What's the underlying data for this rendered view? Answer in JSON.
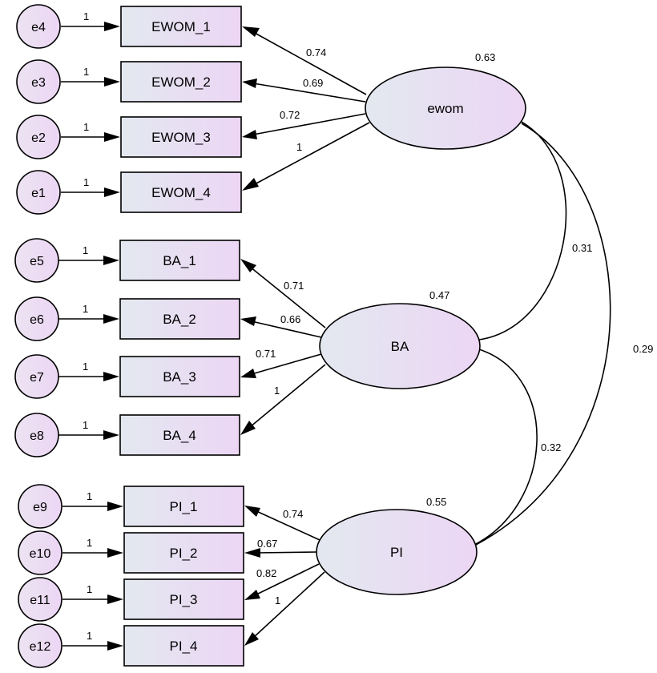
{
  "diagram": {
    "latents": [
      {
        "id": "ewom",
        "label": "ewom",
        "variance": "0.63"
      },
      {
        "id": "ba",
        "label": "BA",
        "variance": "0.47"
      },
      {
        "id": "pi",
        "label": "PI",
        "variance": "0.55"
      }
    ],
    "indicators": [
      {
        "id": "ewom1",
        "label": "EWOM_1",
        "error": "e4",
        "error_weight": "1",
        "loading": "0.74",
        "latent": "ewom"
      },
      {
        "id": "ewom2",
        "label": "EWOM_2",
        "error": "e3",
        "error_weight": "1",
        "loading": "0.69",
        "latent": "ewom"
      },
      {
        "id": "ewom3",
        "label": "EWOM_3",
        "error": "e2",
        "error_weight": "1",
        "loading": "0.72",
        "latent": "ewom"
      },
      {
        "id": "ewom4",
        "label": "EWOM_4",
        "error": "e1",
        "error_weight": "1",
        "loading": "1",
        "latent": "ewom"
      },
      {
        "id": "ba1",
        "label": "BA_1",
        "error": "e5",
        "error_weight": "1",
        "loading": "0.71",
        "latent": "ba"
      },
      {
        "id": "ba2",
        "label": "BA_2",
        "error": "e6",
        "error_weight": "1",
        "loading": "0.66",
        "latent": "ba"
      },
      {
        "id": "ba3",
        "label": "BA_3",
        "error": "e7",
        "error_weight": "1",
        "loading": "0.71",
        "latent": "ba"
      },
      {
        "id": "ba4",
        "label": "BA_4",
        "error": "e8",
        "error_weight": "1",
        "loading": "1",
        "latent": "ba"
      },
      {
        "id": "pi1",
        "label": "PI_1",
        "error": "e9",
        "error_weight": "1",
        "loading": "0.74",
        "latent": "pi"
      },
      {
        "id": "pi2",
        "label": "PI_2",
        "error": "e10",
        "error_weight": "1",
        "loading": "0.67",
        "latent": "pi"
      },
      {
        "id": "pi3",
        "label": "PI_3",
        "error": "e11",
        "error_weight": "1",
        "loading": "0.82",
        "latent": "pi"
      },
      {
        "id": "pi4",
        "label": "PI_4",
        "error": "e12",
        "error_weight": "1",
        "loading": "1",
        "latent": "pi"
      }
    ],
    "covariances": [
      {
        "from": "ewom",
        "to": "ba",
        "value": "0.31"
      },
      {
        "from": "ba",
        "to": "pi",
        "value": "0.32"
      },
      {
        "from": "ewom",
        "to": "pi",
        "value": "0.29"
      }
    ],
    "colors": {
      "fill_start": "#e3e8f0",
      "fill_end": "#ecd6f4",
      "stroke": "#000000"
    }
  }
}
